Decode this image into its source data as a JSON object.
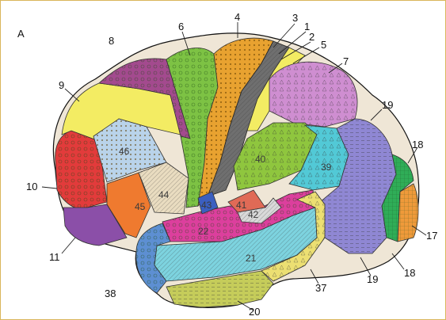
{
  "panel_letter": "A",
  "region_labels": [
    "1",
    "2",
    "3",
    "4",
    "5",
    "6",
    "7",
    "8",
    "9",
    "10",
    "11",
    "17",
    "18",
    "19",
    "20",
    "21",
    "22",
    "37",
    "38",
    "39",
    "40",
    "41",
    "42",
    "43",
    "44",
    "45",
    "46"
  ],
  "outer_labels": {
    "a8": "8",
    "a6": "6",
    "a4": "4",
    "a3": "3",
    "a1": "1",
    "a2": "2",
    "a5": "5",
    "a7": "7",
    "a9": "9",
    "a19top": "19",
    "a18top": "18",
    "a10": "10",
    "a17": "17",
    "a11": "11",
    "a18bot": "18",
    "a19bot": "19",
    "a37": "37",
    "a38": "38",
    "a20": "20"
  },
  "inner_labels": {
    "b46": "46",
    "b40": "40",
    "b39": "39",
    "b43": "43",
    "b41": "41",
    "b42": "42",
    "b22": "22",
    "b21": "21",
    "b45": "45",
    "b44": "44"
  },
  "colors": {
    "area4": "#e8a230",
    "area6": "#7dc244",
    "area8": "#a34a8e",
    "area9": "#f3ec63",
    "area10": "#e23b3b",
    "area11": "#8b4fa8",
    "area46": "#b9d3ea",
    "area45": "#ef7a2f",
    "area44": "#e9dcc0",
    "area7": "#cf8ed1",
    "area40": "#8fc63e",
    "area39": "#52c9d6",
    "area19": "#8f87d3",
    "area18": "#2fad57",
    "area17": "#ef9a3a",
    "area22": "#dc3f9d",
    "area21": "#7dd3df",
    "area20": "#c5cc5a",
    "area37": "#ecdf72",
    "area38": "#5d8fd2",
    "area41": "#e06a56",
    "area43": "#3b5fc0",
    "area123": "#6f6f6f",
    "frame": "#d9b65a"
  }
}
